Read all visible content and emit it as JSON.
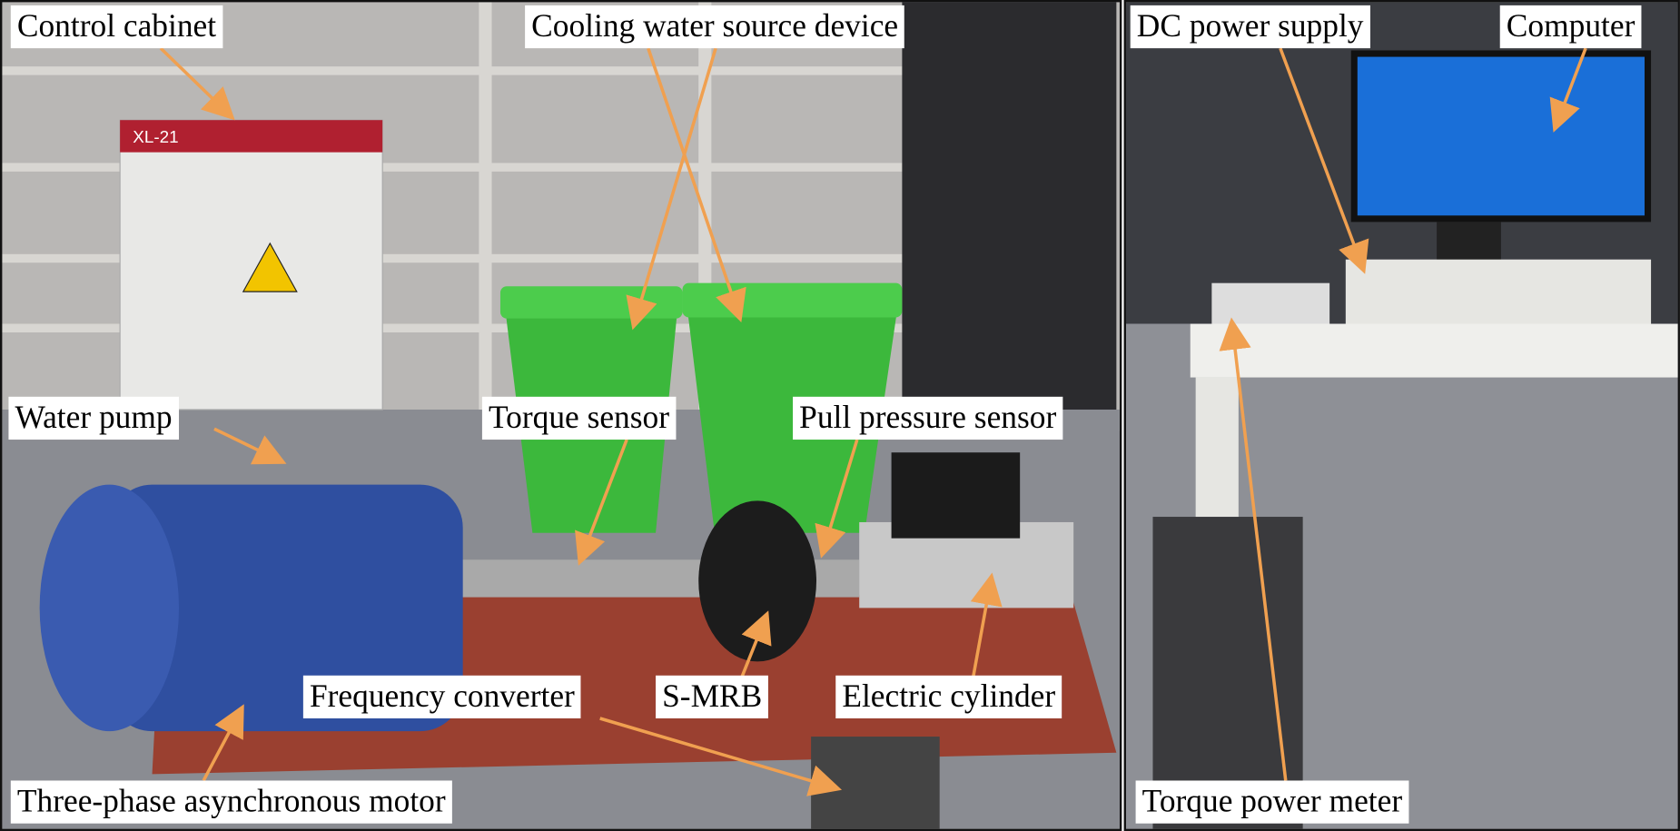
{
  "labels": {
    "control_cabinet": "Control cabinet",
    "cooling_water": "Cooling water source device",
    "dc_power": "DC power supply",
    "computer": "Computer",
    "water_pump": "Water pump",
    "torque_sensor": "Torque sensor",
    "pull_pressure": "Pull pressure sensor",
    "frequency_converter": "Frequency converter",
    "smrb": "S-MRB",
    "electric_cylinder": "Electric cylinder",
    "motor": "Three-phase asynchronous motor",
    "torque_power_meter": "Torque power meter"
  },
  "photo_text": {
    "cabinet_tag": "XL-21"
  },
  "colors": {
    "arrow": "#f0a050",
    "bin": "#3cb83c",
    "motor": "#2f4fa0",
    "frame": "#9a4030",
    "screen": "#1a6fd8"
  }
}
